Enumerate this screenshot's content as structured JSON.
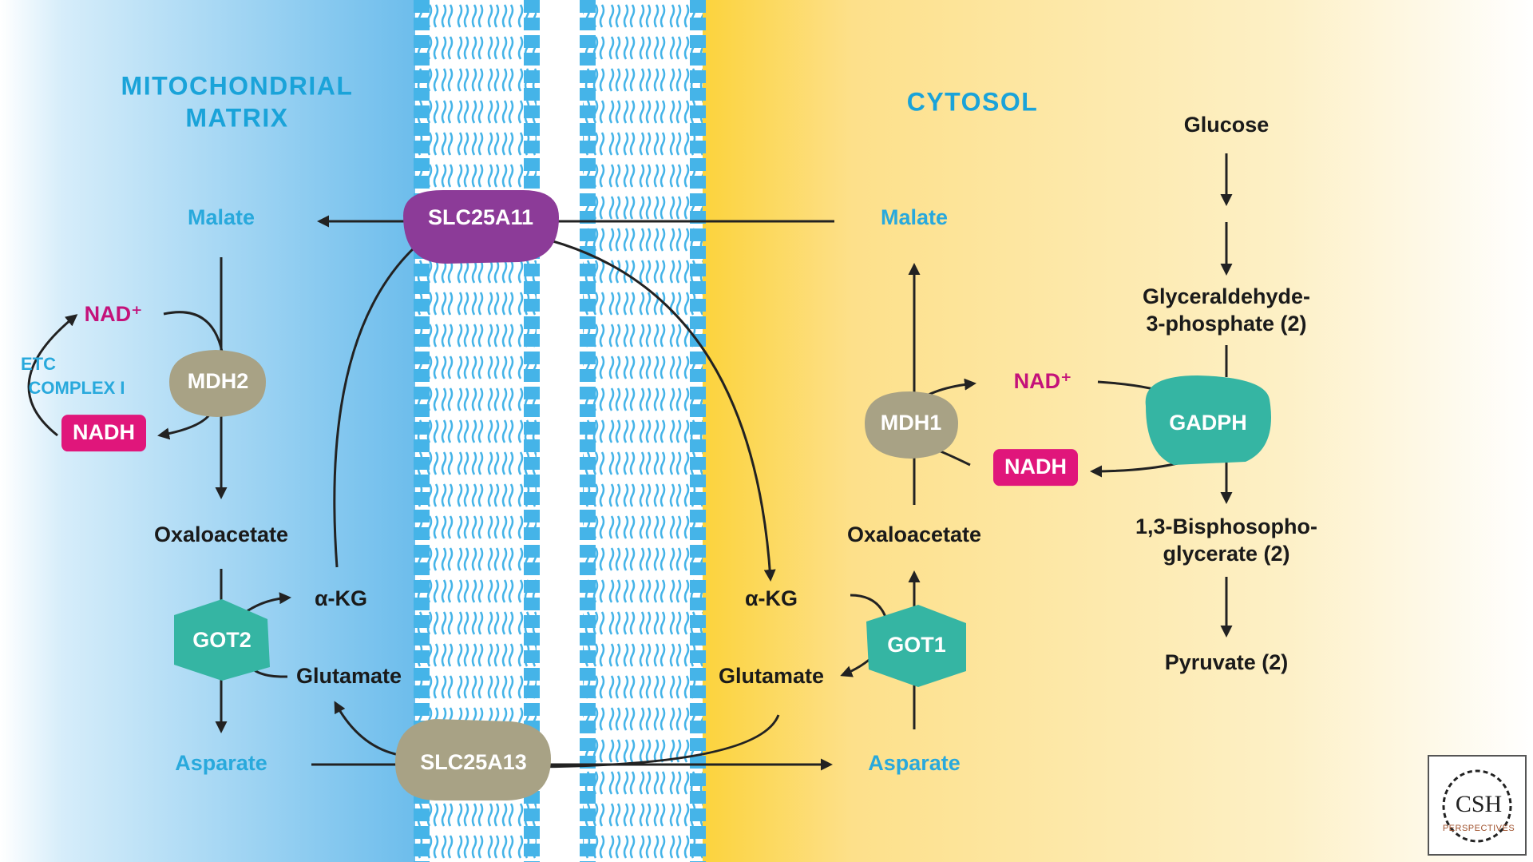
{
  "regions": {
    "matrix_line1": "MITOCHONDRIAL",
    "matrix_line2": "MATRIX",
    "cytosol": "CYTOSOL"
  },
  "matrix": {
    "malate": "Malate",
    "nad_plus": "NAD⁺",
    "etc_line1": "ETC",
    "etc_line2": "COMPLEX I",
    "mdh2": "MDH2",
    "nadh": "NADH",
    "oxaloacetate": "Oxaloacetate",
    "got2": "GOT2",
    "akg": "α-KG",
    "glutamate": "Glutamate",
    "aspartate": "Asparate"
  },
  "transporters": {
    "slc25a11": "SLC25A11",
    "slc25a13": "SLC25A13"
  },
  "cytosol": {
    "malate": "Malate",
    "mdh1": "MDH1",
    "nad_plus": "NAD⁺",
    "nadh": "NADH",
    "gadph": "GADPH",
    "oxaloacetate": "Oxaloacetate",
    "akg": "α-KG",
    "got1": "GOT1",
    "glutamate": "Glutamate",
    "aspartate": "Asparate"
  },
  "glycolysis": {
    "glucose": "Glucose",
    "g3p_line1": "Glyceraldehyde-",
    "g3p_line2": "3-phosphate (2)",
    "bpg_line1": "1,3-Bisphosopho-",
    "bpg_line2": "glycerate (2)",
    "pyruvate": "Pyruvate (2)"
  },
  "logo": {
    "title": "CSH",
    "subtitle": "PERSPECTIVES"
  },
  "colors": {
    "matrix_blue": "#7cc4ee",
    "cytosol_yellow": "#fcd54a",
    "membrane": "#45b4e8",
    "brown_enzyme": "#a8a285",
    "teal_enzyme": "#35b5a3",
    "purple_transporter": "#8c3b98",
    "nadh_magenta": "#e0167b",
    "metabolite_cyan": "#29a9dc"
  }
}
